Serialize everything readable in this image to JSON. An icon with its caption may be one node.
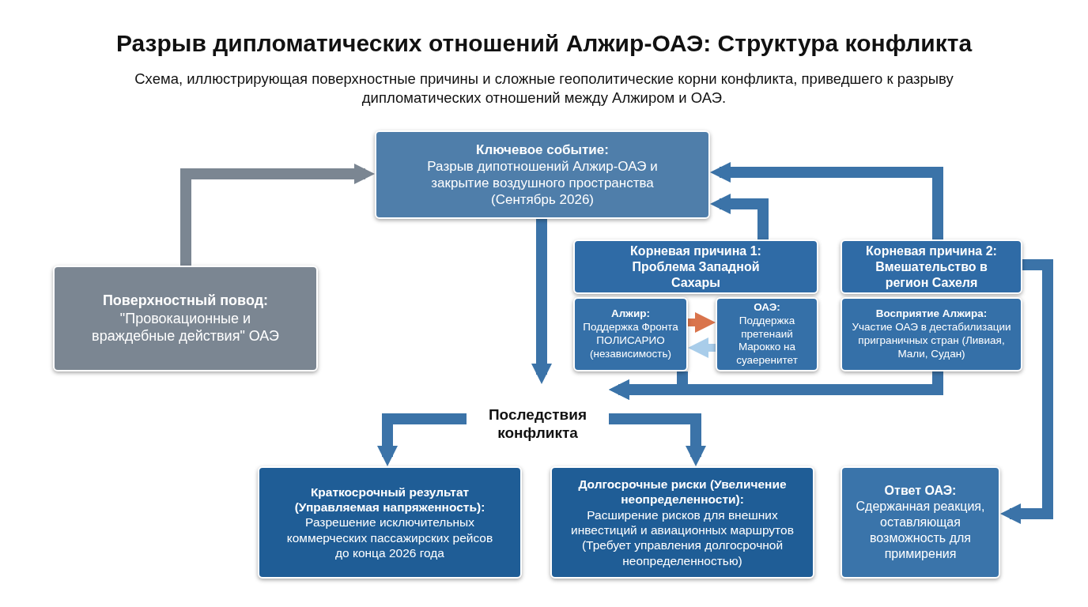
{
  "diagram": {
    "title": "Разрыв дипломатических отношений Алжир-ОАЭ: Структура конфликта",
    "caption": "Схема, иллюстрирующая поверхностные причины и сложные геополитические корни конфликта, приведшего к разрыву дипломатических отношений между Алжиром и ОАЭ.",
    "nodes": [
      {
        "text": [
          "Ключевое событие:",
          "Разрыв дипотношений Алжир-ОАЭ и закрытие воздушного пространства (Сентябрь 2026)"
        ]
      },
      {
        "text": [
          "Поверхностный повод:",
          "\"Провокационные и враждебные действия\" ОАЭ"
        ]
      },
      {
        "text": [
          "Корневая причина 1: Проблема Западной Сахары"
        ]
      },
      {
        "text": [
          "Алжир:",
          "Поддержка Фронта ПОЛИСАРИО (независимость)"
        ]
      },
      {
        "text": [
          "ОАЭ:",
          "Поддержка претенаий Марокко на суаеренитет"
        ]
      },
      {
        "text": [
          "Корневая причина 2: Вмешательство в регион Сахеля"
        ]
      },
      {
        "text": [
          "Восприятие Алжира:",
          "Участие ОАЭ в дестабилизации приграничных стран (Ливиая, Мали, Судан)"
        ]
      },
      {
        "text": [
          "Последствия конфликта"
        ]
      },
      {
        "text": [
          "Краткосрочный результат (Управляемая напряженность):",
          "Разрешение исключительных коммерческих пассажирских рейсов до конца 2026 года"
        ]
      },
      {
        "text": [
          "Долгосрочные риски (Увеличение неопределенности):",
          "Расширение рисков для внешних инвестиций и авиационных маршрутов (Требует управления долгосрочной неопределенностью)"
        ]
      },
      {
        "text": [
          "Ответ ОАЭ:",
          "Сдержанная реакция, оставляющая возможность для примирения"
        ]
      }
    ],
    "edges": [
      {
        "from": 1,
        "to": 0,
        "arrow": "to",
        "color": "#7b8692"
      },
      {
        "from": 2,
        "to": 0,
        "arrow": "to"
      },
      {
        "from": 5,
        "to": 0,
        "arrow": "to"
      },
      {
        "from": 0,
        "to": 7,
        "arrow": "to"
      },
      {
        "from": 3,
        "to": 7,
        "arrow": "to"
      },
      {
        "from": 6,
        "to": 7,
        "arrow": "to"
      },
      {
        "from": 7,
        "to": 8,
        "arrow": "to"
      },
      {
        "from": 7,
        "to": 9,
        "arrow": "to"
      },
      {
        "from": 5,
        "to": 10,
        "arrow": "to"
      },
      {
        "from": 3,
        "to": 4,
        "arrow": "to",
        "color": "#d9744c"
      },
      {
        "from": 4,
        "to": 3,
        "arrow": "to",
        "color": "#a9cdea"
      }
    ]
  }
}
